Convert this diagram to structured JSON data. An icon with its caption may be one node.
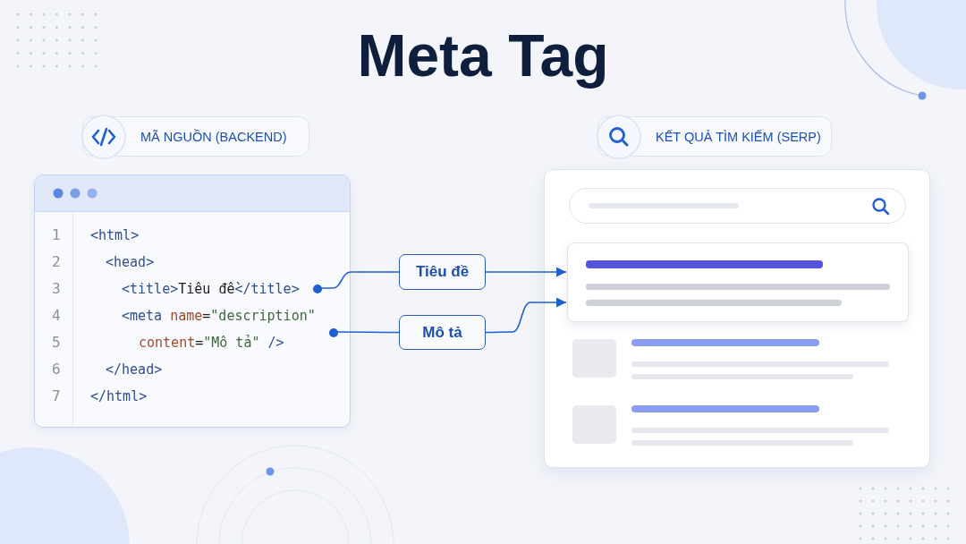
{
  "diagram": {
    "title": "Meta Tag",
    "nodes": [
      {
        "text": [
          "MÃ NGUỒN (BACKEND)"
        ]
      },
      {
        "text": [
          "<html>",
          "<head>",
          "<title>Tiêu đề</title>",
          "<meta name=\"description\"",
          "content=\"Mô tả\" />",
          "</head>",
          "</html>"
        ]
      },
      {
        "text": [],
        "shape": "circle",
        "in": 1
      },
      {
        "text": [],
        "shape": "circle",
        "in": 1
      },
      {
        "text": [
          "Tiêu đề"
        ]
      },
      {
        "text": [
          "Mô tả"
        ]
      },
      {
        "text": [
          "KẾT QUẢ TÌM KIẾM (SERP)"
        ]
      },
      {
        "text": [],
        "shape": "box"
      },
      {
        "text": [],
        "shape": "box",
        "in": 7
      }
    ],
    "edges": [
      {
        "from": 2,
        "to": 4,
        "arrow": "none"
      },
      {
        "from": 4,
        "to": 8,
        "arrow": "to"
      },
      {
        "from": 3,
        "to": 5,
        "arrow": "none"
      },
      {
        "from": 5,
        "to": 8,
        "arrow": "to"
      }
    ],
    "labels": [
      "1",
      "2",
      "3",
      "4",
      "5",
      "6",
      "7"
    ]
  }
}
